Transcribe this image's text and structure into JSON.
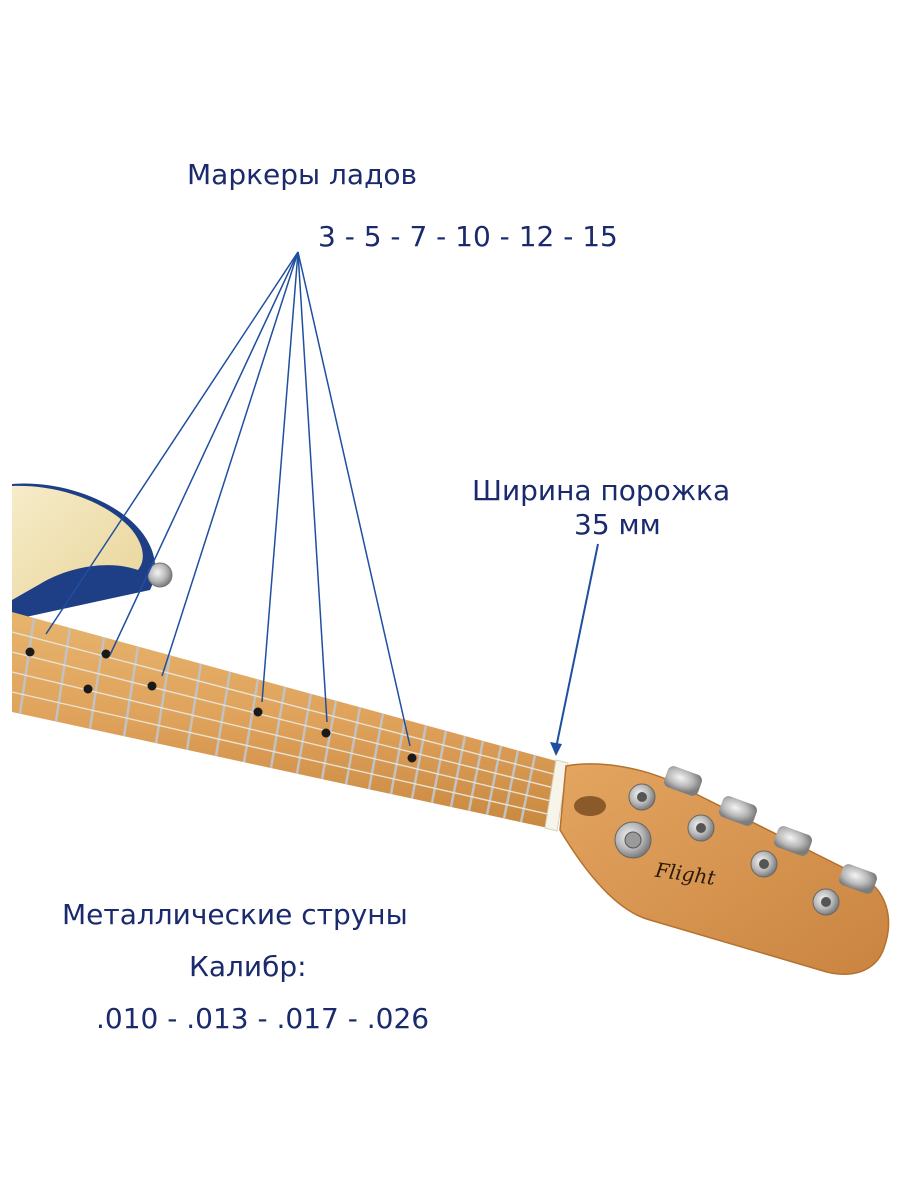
{
  "fret_markers": {
    "title": "Маркеры ладов",
    "list": "3 - 5 - 7 - 10 - 12 - 15"
  },
  "nut": {
    "title": "Ширина порожка",
    "value": "35 мм"
  },
  "strings": {
    "title": "Металлические струны",
    "gauge_title": "Калибр:",
    "gauge_values": ".010 - .013 - .017 - .026"
  },
  "headstock_logo": "Flight",
  "colors": {
    "text": "#1a2a6c",
    "callout_line": "#1f4fa0",
    "body_top": "#f1e3b4",
    "body_burst": "#1e3f86",
    "neck_wood": "#e1a35a",
    "headstock_wood": "#d9964f",
    "fret": "#b8b8b8",
    "nut": "#f7f4ea",
    "marker_dot": "#1a1a1a"
  }
}
